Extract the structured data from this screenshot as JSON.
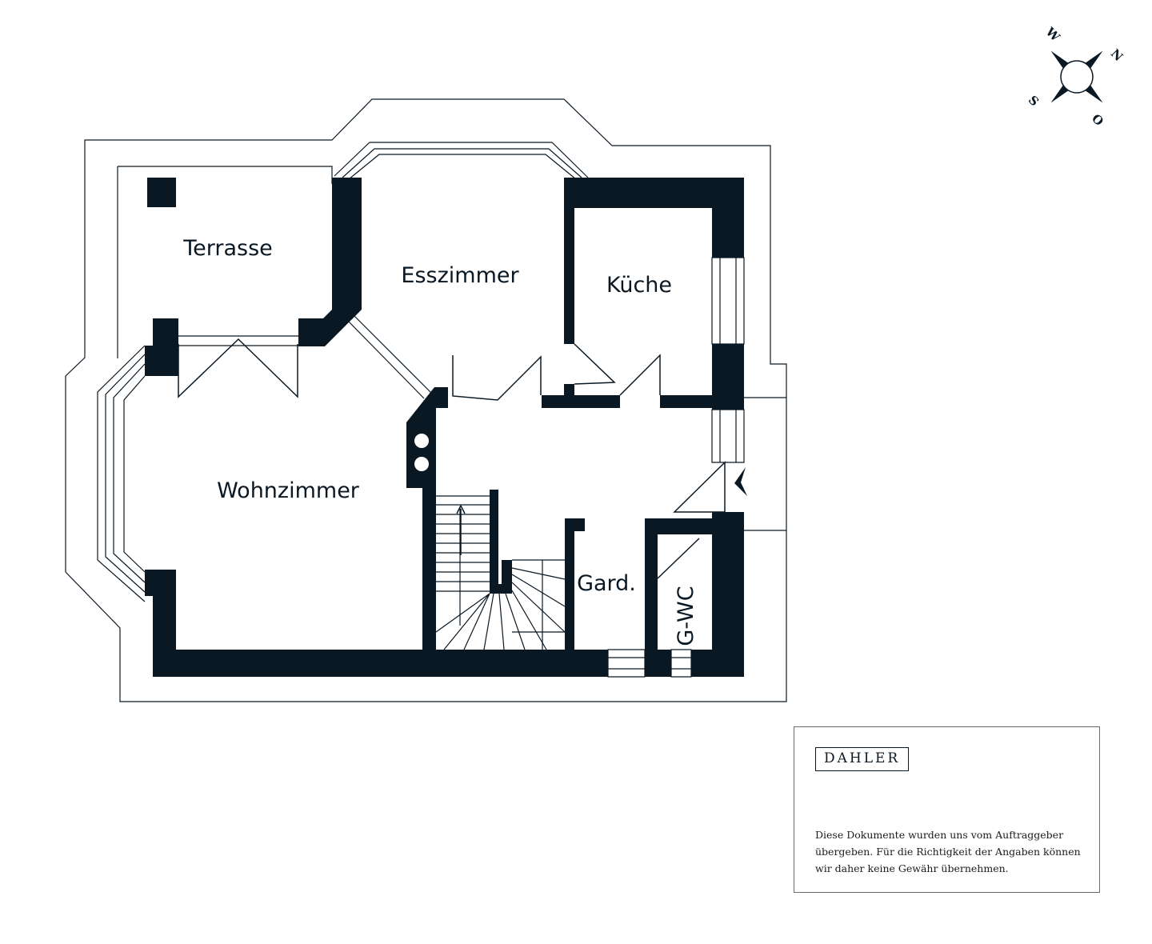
{
  "rooms": {
    "terrasse": "Terrasse",
    "esszimmer": "Esszimmer",
    "kueche": "Küche",
    "wohnzimmer": "Wohnzimmer",
    "garderobe": "Gard.",
    "gaeste_wc": "G-WC"
  },
  "compass": {
    "north": "N",
    "east": "O",
    "south": "S",
    "west": "W"
  },
  "brand": {
    "logo_text": "DAHLER"
  },
  "disclaimer": "Diese Dokumente wurden uns vom Auftraggeber übergeben. Für die Richtigkeit der Angaben können wir daher keine Gewähr übernehmen.",
  "colors": {
    "wall": "#0a1824",
    "background": "#ffffff"
  }
}
